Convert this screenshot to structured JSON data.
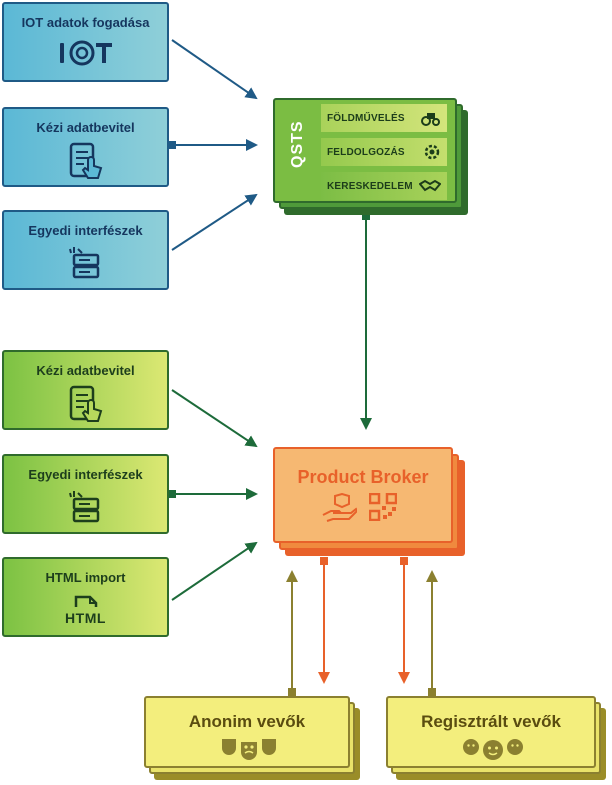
{
  "sources_top": [
    {
      "label": "IOT adatok fogadása",
      "icon": "iot-icon"
    },
    {
      "label": "Kézi adatbevitel",
      "icon": "tablet-touch-icon"
    },
    {
      "label": "Egyedi interfészek",
      "icon": "server-interface-icon"
    }
  ],
  "qsts": {
    "label": "QSTS",
    "rows": [
      {
        "label": "FÖLDMŰVELÉS",
        "icon": "tractor-icon"
      },
      {
        "label": "FELDOLGOZÁS",
        "icon": "gear-icon"
      },
      {
        "label": "KERESKEDELEM",
        "icon": "handshake-icon"
      }
    ]
  },
  "sources_bottom": [
    {
      "label": "Kézi adatbevitel",
      "icon": "tablet-touch-icon"
    },
    {
      "label": "Egyedi interfészek",
      "icon": "server-interface-icon"
    },
    {
      "label": "HTML import",
      "icon": "html-file-icon",
      "icon_text": "HTML"
    }
  ],
  "broker": {
    "label": "Product Broker",
    "icons": [
      "hand-box-icon",
      "qr-code-icon"
    ]
  },
  "buyers": [
    {
      "label": "Anonim vevők",
      "icon": "masks-icon"
    },
    {
      "label": "Regisztrált vevők",
      "icon": "faces-icon"
    }
  ],
  "colors": {
    "blue_arrow": "#1f5a86",
    "green_arrow": "#1d6b3a",
    "orange_arrow": "#e8612a",
    "olive_arrow": "#8b8030"
  }
}
